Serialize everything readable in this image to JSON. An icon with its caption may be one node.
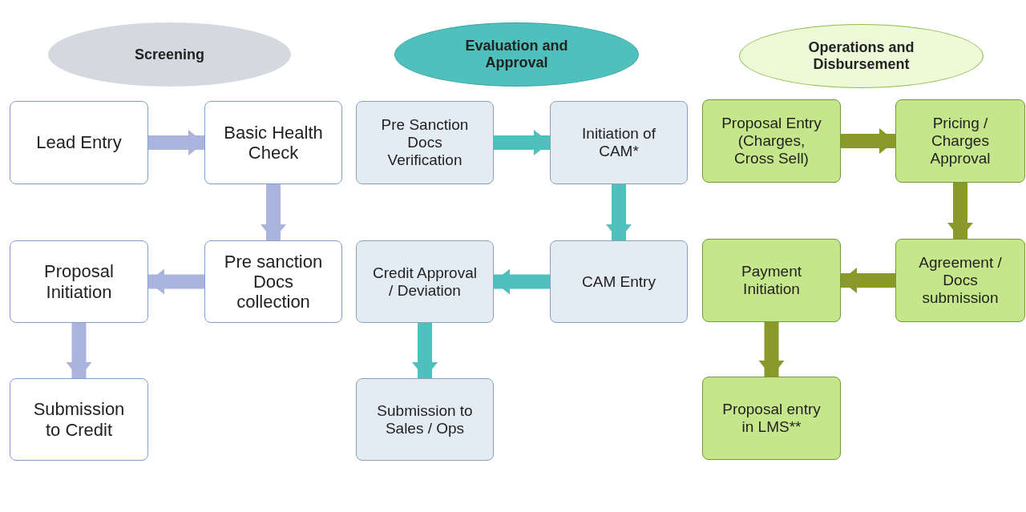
{
  "diagram": {
    "nodes": [
      {
        "text": [
          "Screening"
        ]
      },
      {
        "text": [
          "Evaluation and Approval"
        ]
      },
      {
        "text": [
          "Operations and Disbursement"
        ]
      },
      {
        "text": [
          "Lead Entry"
        ]
      },
      {
        "text": [
          "Basic Health Check"
        ]
      },
      {
        "text": [
          "Pre Sanction Docs Verification"
        ]
      },
      {
        "text": [
          "Initiation of CAM*"
        ]
      },
      {
        "text": [
          "Proposal Entry (Charges, Cross Sell)"
        ]
      },
      {
        "text": [
          "Pricing / Charges Approval"
        ]
      },
      {
        "text": [
          "Proposal Initiation"
        ]
      },
      {
        "text": [
          "Pre sanction Docs collection"
        ]
      },
      {
        "text": [
          "Credit Approval / Deviation"
        ]
      },
      {
        "text": [
          "CAM Entry"
        ]
      },
      {
        "text": [
          "Payment Initiation"
        ]
      },
      {
        "text": [
          "Agreement / Docs submission"
        ]
      },
      {
        "text": [
          "Submission to Credit"
        ]
      },
      {
        "text": [
          "Submission to Sales / Ops"
        ]
      },
      {
        "text": [
          "Proposal entry in LMS**"
        ]
      }
    ],
    "edges": [
      {
        "from": 3,
        "to": 4,
        "arrow": "to",
        "color": "#aab4dd"
      },
      {
        "from": 4,
        "to": 10,
        "arrow": "to",
        "color": "#aab4dd"
      },
      {
        "from": 10,
        "to": 9,
        "arrow": "to",
        "color": "#aab4dd"
      },
      {
        "from": 9,
        "to": 15,
        "arrow": "to",
        "color": "#aab4dd"
      },
      {
        "from": 5,
        "to": 6,
        "arrow": "to",
        "color": "#4fc0bc"
      },
      {
        "from": 6,
        "to": 12,
        "arrow": "to",
        "color": "#4fc0bc"
      },
      {
        "from": 12,
        "to": 11,
        "arrow": "to",
        "color": "#4fc0bc"
      },
      {
        "from": 11,
        "to": 16,
        "arrow": "to",
        "color": "#4fc0bc"
      },
      {
        "from": 7,
        "to": 8,
        "arrow": "to",
        "color": "#8a9a2a"
      },
      {
        "from": 8,
        "to": 14,
        "arrow": "to",
        "color": "#8a9a2a"
      },
      {
        "from": 14,
        "to": 13,
        "arrow": "to",
        "color": "#8a9a2a"
      },
      {
        "from": 13,
        "to": 17,
        "arrow": "to",
        "color": "#8a9a2a"
      }
    ]
  }
}
